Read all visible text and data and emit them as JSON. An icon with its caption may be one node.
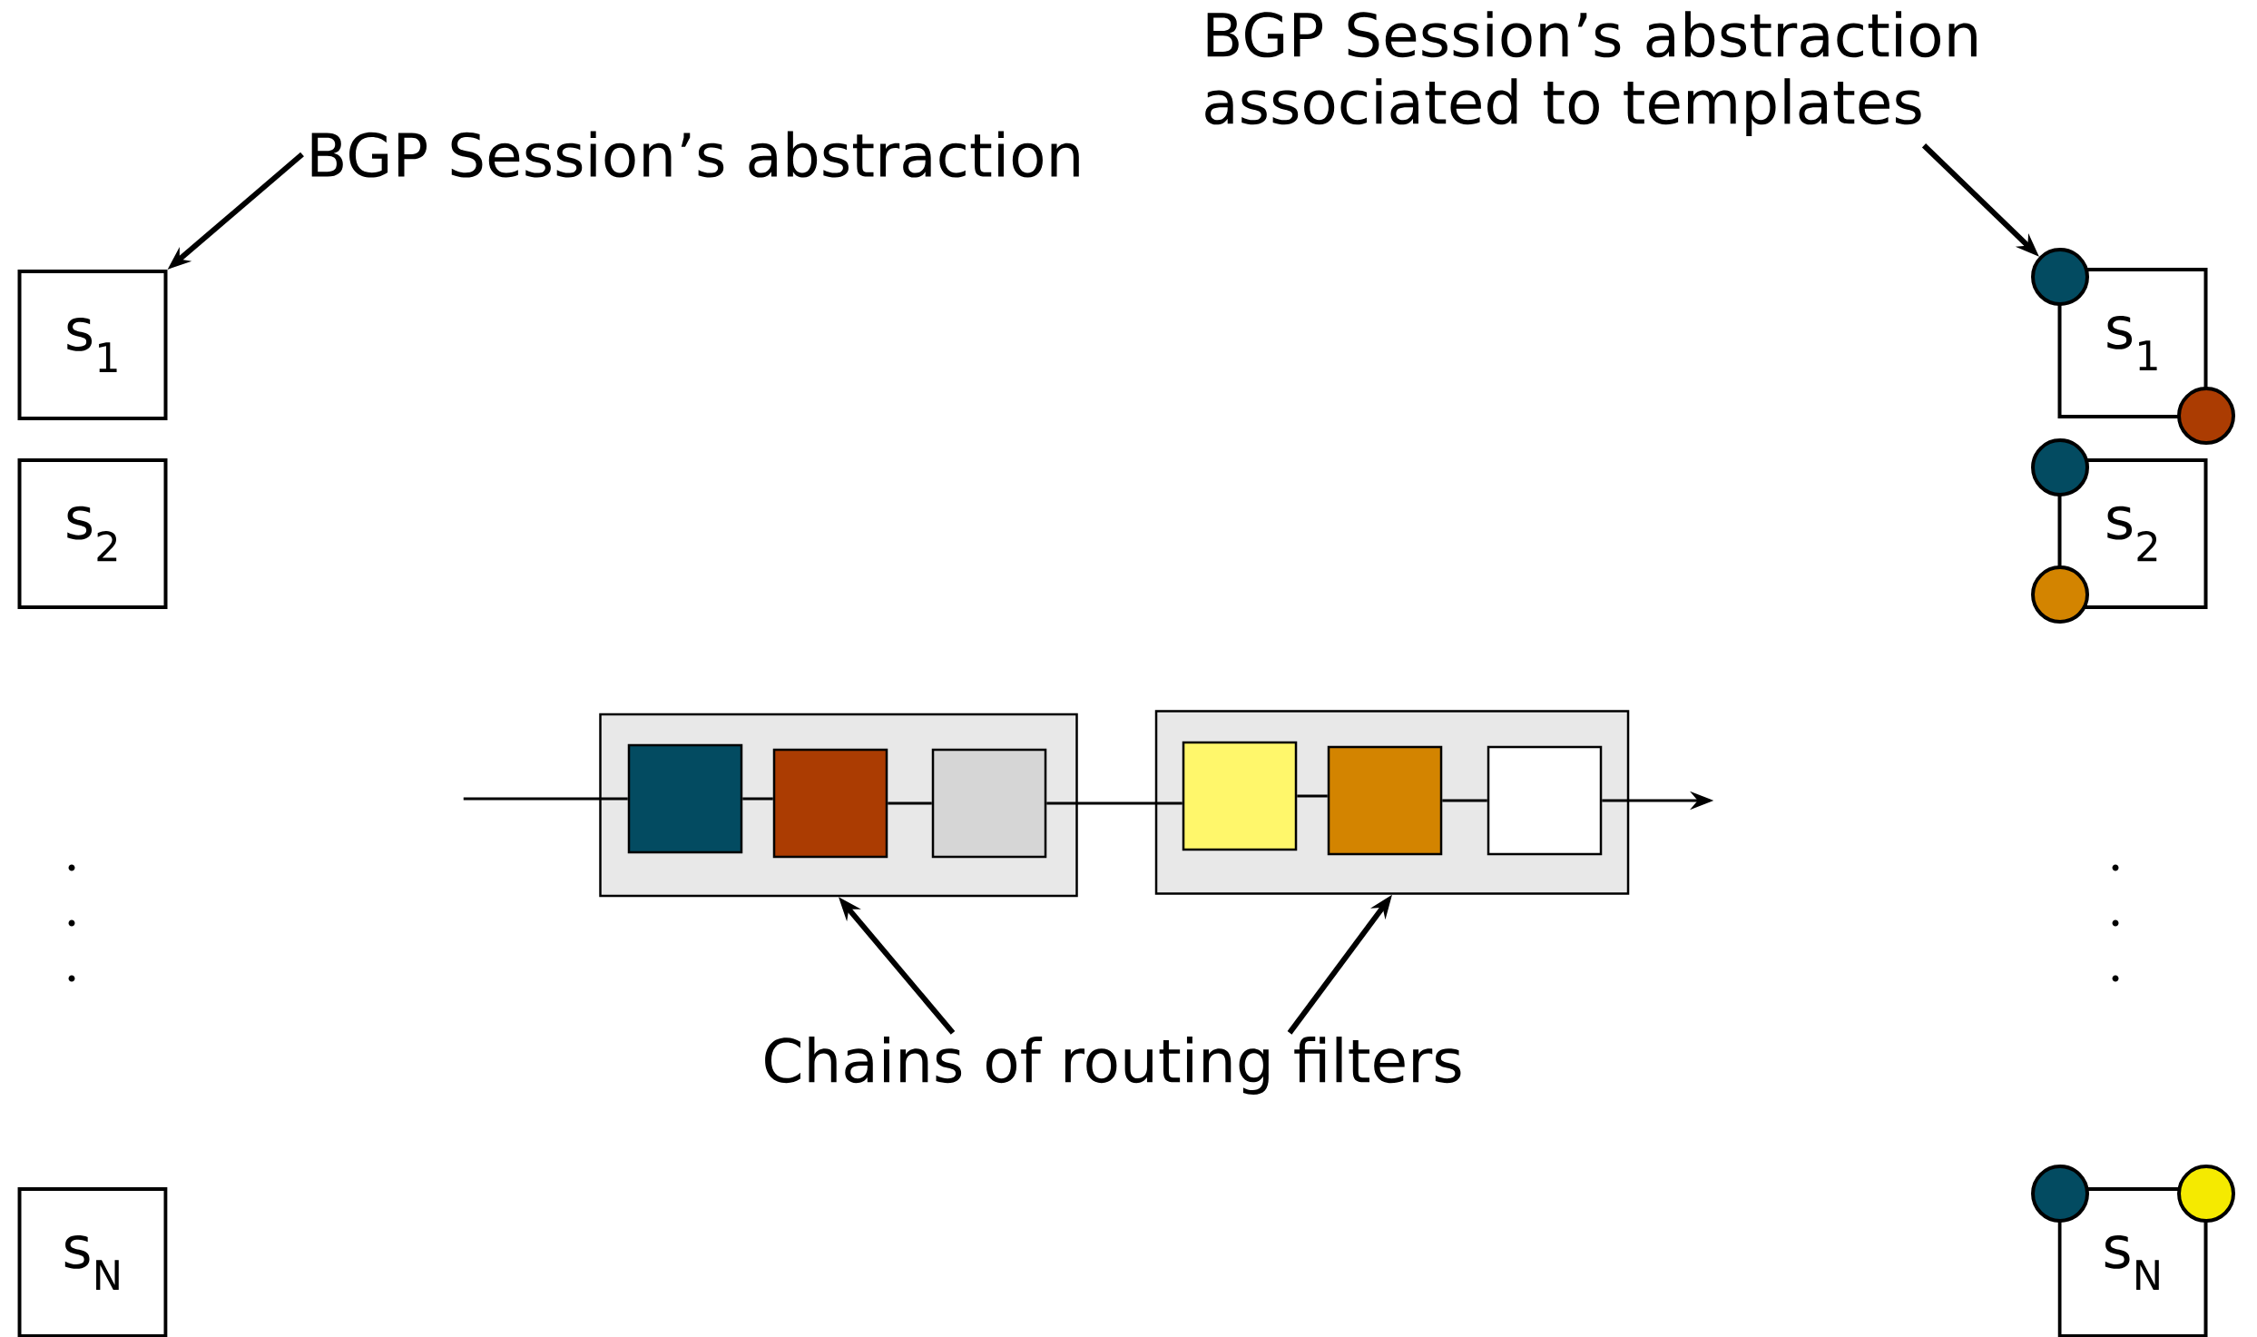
{
  "diagram": {
    "nodes": [
      {
        "text": [
          "BGP Session’s abstraction"
        ]
      },
      {
        "text": [
          "BGP Session’s abstraction associated to templates"
        ]
      },
      {
        "text": [
          "s$_{1}$"
        ]
      },
      {
        "text": [],
        "shape": "circle"
      },
      {
        "text": [
          "s$_{1}$"
        ]
      },
      {
        "text": [],
        "shape": "circle"
      },
      {
        "text": [
          "s$_{2}$"
        ]
      },
      {
        "text": [],
        "shape": "circle"
      },
      {
        "text": [
          "s$_{2}$"
        ]
      },
      {
        "text": [],
        "shape": "circle"
      },
      {
        "text": [],
        "shape": "box"
      },
      {
        "text": [],
        "shape": "box",
        "in": 10
      },
      {
        "text": [],
        "shape": "box",
        "in": 10
      },
      {
        "text": [],
        "shape": "box",
        "in": 10
      },
      {
        "text": [],
        "shape": "box"
      },
      {
        "text": [],
        "shape": "box",
        "in": 14
      },
      {
        "text": [],
        "shape": "box",
        "in": 14
      },
      {
        "text": [],
        "shape": "box",
        "in": 14
      },
      {
        "text": [
          "Chains of routing filters"
        ]
      },
      {
        "text": [
          "s$_{N}$"
        ]
      },
      {
        "text": [],
        "shape": "circle"
      },
      {
        "text": [],
        "shape": "circle"
      },
      {
        "text": [
          "s$_{N}$"
        ]
      }
    ],
    "edges": [
      {
        "from": 0,
        "to": 2,
        "arrow": "to"
      },
      {
        "from": 1,
        "to": 3,
        "arrow": "to"
      },
      {
        "from": 18,
        "to": 10,
        "arrow": "to"
      },
      {
        "from": 18,
        "to": 14,
        "arrow": "to"
      },
      {
        "from": null,
        "to": 11,
        "arrow": "none"
      },
      {
        "from": 11,
        "to": 12,
        "arrow": "none"
      },
      {
        "from": 12,
        "to": 13,
        "arrow": "none"
      },
      {
        "from": 13,
        "to": 15,
        "arrow": "none"
      },
      {
        "from": 15,
        "to": 16,
        "arrow": "none"
      },
      {
        "from": 16,
        "to": 17,
        "arrow": "none"
      },
      {
        "from": 17,
        "to": null,
        "arrow": "to"
      }
    ]
  }
}
